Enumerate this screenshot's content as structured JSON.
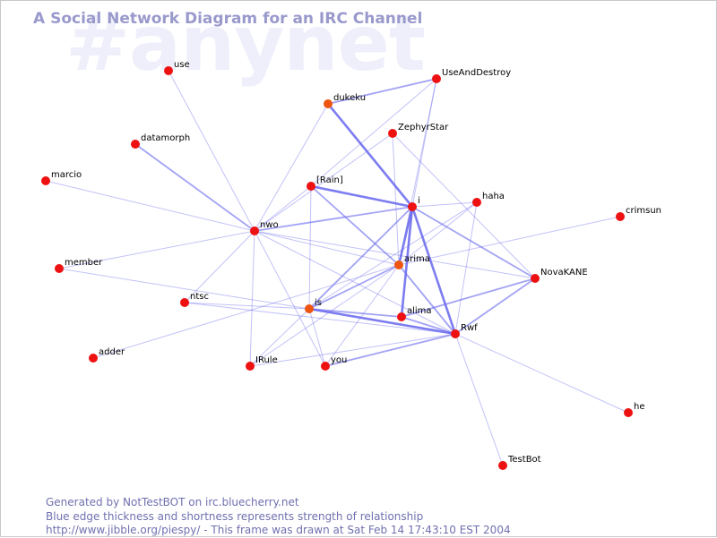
{
  "watermark": "#anynet",
  "title": "A Social Network Diagram for an IRC Channel",
  "footer": {
    "line1": "Generated by NotTestBOT on irc.bluecherry.net",
    "line2": "Blue edge thickness and shortness represents strength of relationship",
    "line3": "http://www.jibble.org/piespy/ - This frame was drawn at Sat Feb 14 17:43:10 EST 2004"
  },
  "colors": {
    "node": "#ee1111",
    "node_highlight": "#ee5511",
    "edge": "#6666ee",
    "title": "#9999cc"
  },
  "nodes": [
    {
      "id": "use",
      "label": "use"
    },
    {
      "id": "UseAndDestroy",
      "label": "UseAndDestroy"
    },
    {
      "id": "dukeku",
      "label": "dukeku"
    },
    {
      "id": "ZephyrStar",
      "label": "ZephyrStar"
    },
    {
      "id": "datamorph",
      "label": "datamorph"
    },
    {
      "id": "marcio",
      "label": "marcio"
    },
    {
      "id": "Rain",
      "label": "[Rain]"
    },
    {
      "id": "i",
      "label": "i"
    },
    {
      "id": "haha",
      "label": "haha"
    },
    {
      "id": "crimsun",
      "label": "crimsun"
    },
    {
      "id": "nwo",
      "label": "nwo"
    },
    {
      "id": "arima",
      "label": "arima"
    },
    {
      "id": "member",
      "label": "member"
    },
    {
      "id": "NovaKANE",
      "label": "NovaKANE"
    },
    {
      "id": "ntsc",
      "label": "ntsc"
    },
    {
      "id": "is",
      "label": "is"
    },
    {
      "id": "alima",
      "label": "alima"
    },
    {
      "id": "Rwf",
      "label": "Rwf"
    },
    {
      "id": "adder",
      "label": "adder"
    },
    {
      "id": "IRule",
      "label": "IRule"
    },
    {
      "id": "you",
      "label": "you"
    },
    {
      "id": "he",
      "label": "he"
    },
    {
      "id": "TestBot",
      "label": "TestBot"
    }
  ],
  "edges": [
    {
      "from": "use",
      "to": "nwo",
      "weight": 1
    },
    {
      "from": "datamorph",
      "to": "nwo",
      "weight": 2
    },
    {
      "from": "marcio",
      "to": "nwo",
      "weight": 1
    },
    {
      "from": "member",
      "to": "nwo",
      "weight": 1
    },
    {
      "from": "member",
      "to": "is",
      "weight": 1
    },
    {
      "from": "adder",
      "to": "arima",
      "weight": 1
    },
    {
      "from": "nwo",
      "to": "i",
      "weight": 2
    },
    {
      "from": "nwo",
      "to": "Rain",
      "weight": 1
    },
    {
      "from": "nwo",
      "to": "dukeku",
      "weight": 1
    },
    {
      "from": "nwo",
      "to": "ZephyrStar",
      "weight": 1
    },
    {
      "from": "nwo",
      "to": "ntsc",
      "weight": 1
    },
    {
      "from": "nwo",
      "to": "IRule",
      "weight": 1
    },
    {
      "from": "nwo",
      "to": "you",
      "weight": 1
    },
    {
      "from": "nwo",
      "to": "arima",
      "weight": 1
    },
    {
      "from": "nwo",
      "to": "Rwf",
      "weight": 1
    },
    {
      "from": "nwo",
      "to": "NovaKANE",
      "weight": 1
    },
    {
      "from": "dukeku",
      "to": "UseAndDestroy",
      "weight": 2
    },
    {
      "from": "dukeku",
      "to": "i",
      "weight": 3
    },
    {
      "from": "UseAndDestroy",
      "to": "Rain",
      "weight": 1
    },
    {
      "from": "UseAndDestroy",
      "to": "arima",
      "weight": 1
    },
    {
      "from": "UseAndDestroy",
      "to": "i",
      "weight": 1
    },
    {
      "from": "ZephyrStar",
      "to": "arima",
      "weight": 1
    },
    {
      "from": "ZephyrStar",
      "to": "NovaKANE",
      "weight": 1
    },
    {
      "from": "Rain",
      "to": "i",
      "weight": 3
    },
    {
      "from": "Rain",
      "to": "arima",
      "weight": 2
    },
    {
      "from": "Rain",
      "to": "is",
      "weight": 1
    },
    {
      "from": "i",
      "to": "arima",
      "weight": 3
    },
    {
      "from": "i",
      "to": "alima",
      "weight": 3
    },
    {
      "from": "i",
      "to": "Rwf",
      "weight": 3
    },
    {
      "from": "i",
      "to": "NovaKANE",
      "weight": 2
    },
    {
      "from": "i",
      "to": "is",
      "weight": 2
    },
    {
      "from": "i",
      "to": "haha",
      "weight": 1
    },
    {
      "from": "haha",
      "to": "Rwf",
      "weight": 1
    },
    {
      "from": "haha",
      "to": "arima",
      "weight": 1
    },
    {
      "from": "haha",
      "to": "is",
      "weight": 1
    },
    {
      "from": "crimsun",
      "to": "arima",
      "weight": 1
    },
    {
      "from": "arima",
      "to": "Rwf",
      "weight": 2
    },
    {
      "from": "arima",
      "to": "is",
      "weight": 2
    },
    {
      "from": "arima",
      "to": "you",
      "weight": 1
    },
    {
      "from": "arima",
      "to": "IRule",
      "weight": 1
    },
    {
      "from": "ntsc",
      "to": "is",
      "weight": 1
    },
    {
      "from": "ntsc",
      "to": "Rwf",
      "weight": 1
    },
    {
      "from": "is",
      "to": "Rwf",
      "weight": 3
    },
    {
      "from": "is",
      "to": "alima",
      "weight": 2
    },
    {
      "from": "is",
      "to": "you",
      "weight": 1
    },
    {
      "from": "alima",
      "to": "Rwf",
      "weight": 2
    },
    {
      "from": "alima",
      "to": "NovaKANE",
      "weight": 2
    },
    {
      "from": "Rwf",
      "to": "NovaKANE",
      "weight": 2
    },
    {
      "from": "Rwf",
      "to": "you",
      "weight": 2
    },
    {
      "from": "Rwf",
      "to": "he",
      "weight": 1
    },
    {
      "from": "Rwf",
      "to": "TestBot",
      "weight": 1
    },
    {
      "from": "IRule",
      "to": "Rwf",
      "weight": 1
    },
    {
      "from": "IRule",
      "to": "is",
      "weight": 1
    }
  ]
}
